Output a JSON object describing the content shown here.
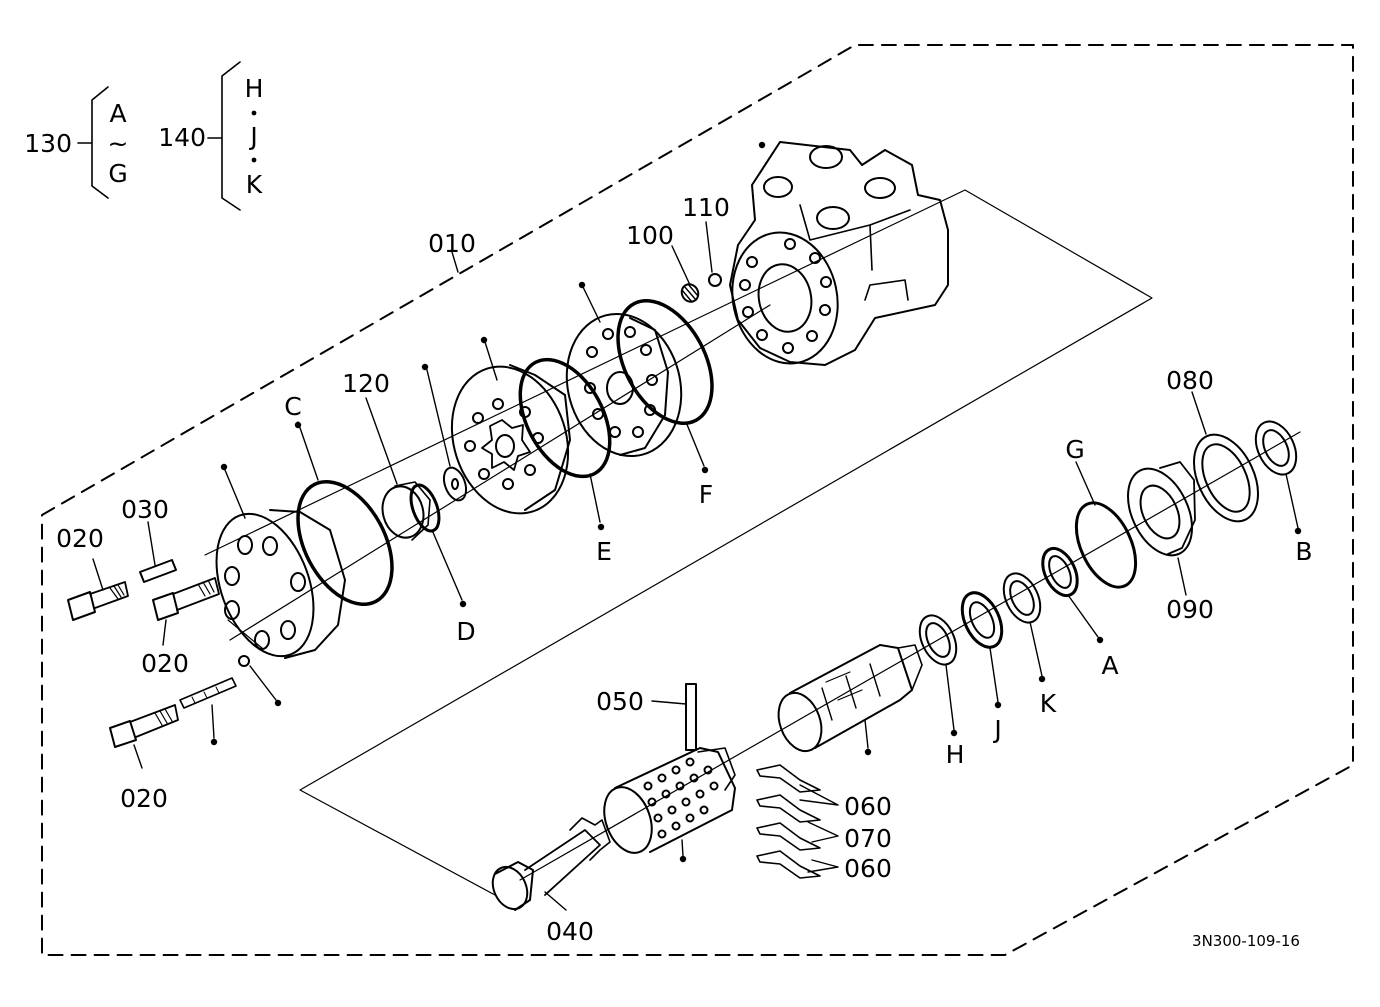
{
  "diagram": {
    "kit_groups": [
      {
        "number": "130",
        "top": "A",
        "separator": "~",
        "bottom": "G"
      },
      {
        "number": "140",
        "items": [
          "H",
          "J",
          "K"
        ]
      }
    ],
    "part_labels": {
      "p010": "010",
      "p020a": "020",
      "p020b": "020",
      "p020c": "020",
      "p030": "030",
      "p040": "040",
      "p050": "050",
      "p060a": "060",
      "p070": "070",
      "p060b": "060",
      "p080": "080",
      "p090": "090",
      "p100": "100",
      "p110": "110",
      "p120": "120"
    },
    "seal_labels": {
      "A": "A",
      "B": "B",
      "C": "C",
      "D": "D",
      "E": "E",
      "F": "F",
      "G": "G",
      "H": "H",
      "J": "J",
      "K": "K"
    },
    "reference_code": "3N300-109-16"
  }
}
